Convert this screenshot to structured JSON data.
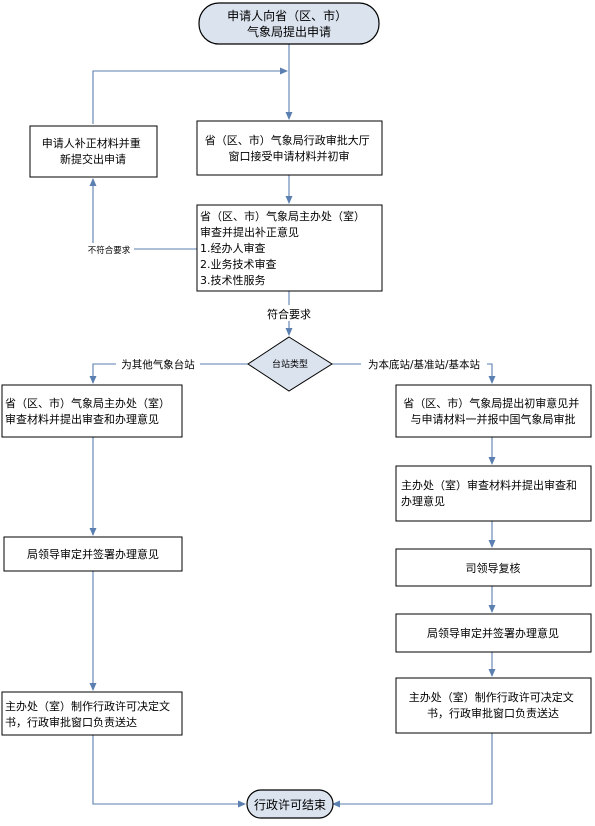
{
  "colors": {
    "edge": "#5b7fb0",
    "terminal_fill": "#dbe3ef",
    "box_border": "#000000",
    "text": "#000000"
  },
  "nodes": {
    "start": {
      "lines": [
        "申请人向省（区、市）",
        "气象局提出申请"
      ]
    },
    "accept": {
      "lines": [
        "省（区、市）气象局行政审批大厅",
        "窗口接受申请材料并初审"
      ]
    },
    "resubmit": {
      "lines": [
        "申请人补正材料并重",
        "新提交出申请"
      ]
    },
    "review": {
      "lines": [
        "省（区、市）气象局主办处（室）",
        "审查并提出补正意见",
        "1.经办人审查",
        "2.业务技术审查",
        "3.技术性服务"
      ]
    },
    "station_type": {
      "lines": [
        "台站类型"
      ]
    },
    "left_review": {
      "lines": [
        "省（区、市）气象局主办处（室）",
        "审查材料并提出审查和办理意见"
      ]
    },
    "left_sign": {
      "lines": [
        "局领导审定并签署办理意见"
      ]
    },
    "left_issue": {
      "lines": [
        "主办处（室）制作行政许可决定文",
        "书，行政审批窗口负责送达"
      ]
    },
    "right_report": {
      "lines": [
        "省（区、市）气象局提出初审意见并",
        "与申请材料一并报中国气象局审批"
      ]
    },
    "right_review": {
      "lines": [
        "主办处（室）审查材料并提出审查和",
        "办理意见"
      ]
    },
    "right_director": {
      "lines": [
        "司领导复核"
      ]
    },
    "right_sign": {
      "lines": [
        "局领导审定并签署办理意见"
      ]
    },
    "right_issue": {
      "lines": [
        "主办处（室）制作行政许可决定文",
        "书，行政审批窗口负责送达"
      ]
    },
    "end": {
      "lines": [
        "行政许可结束"
      ]
    }
  },
  "edge_labels": {
    "not_compliant": "不符合要求",
    "compliant": "符合要求",
    "other_stations": "为其他气象台站",
    "base_stations": "为本底站/基准站/基本站"
  }
}
